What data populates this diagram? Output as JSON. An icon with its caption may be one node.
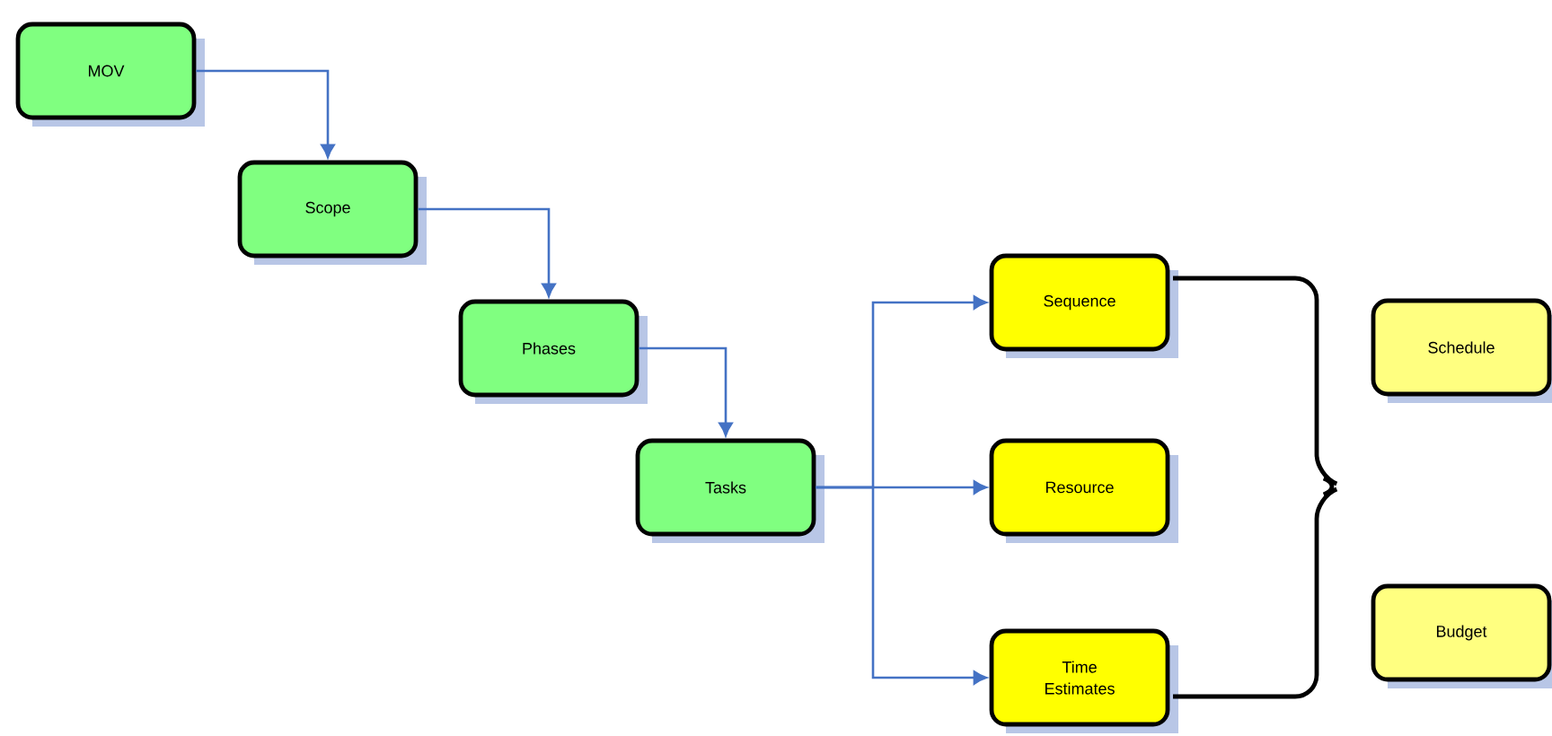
{
  "diagram": {
    "nodes": [
      {
        "text": [
          "MOV"
        ]
      },
      {
        "text": [
          "Scope"
        ]
      },
      {
        "text": [
          "Phases"
        ]
      },
      {
        "text": [
          "Tasks"
        ]
      },
      {
        "text": [
          "Sequence"
        ]
      },
      {
        "text": [
          "Resource"
        ]
      },
      {
        "text": [
          "Time Estimates"
        ]
      },
      {
        "text": [
          "Schedule"
        ]
      },
      {
        "text": [
          "Budget"
        ]
      }
    ],
    "edges": [
      {
        "from": 0,
        "to": 1,
        "arrow": "to"
      },
      {
        "from": 1,
        "to": 2,
        "arrow": "to"
      },
      {
        "from": 2,
        "to": 3,
        "arrow": "to"
      },
      {
        "from": 3,
        "to": 4,
        "arrow": "to"
      },
      {
        "from": 3,
        "to": 5,
        "arrow": "to"
      },
      {
        "from": 3,
        "to": 6,
        "arrow": "to"
      }
    ]
  }
}
